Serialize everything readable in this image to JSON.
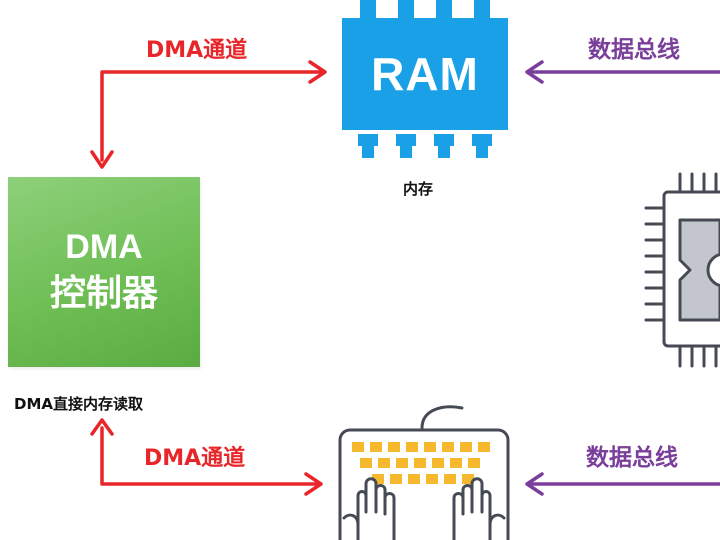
{
  "labels": {
    "dma_channel_top": "DMA通道",
    "dma_channel_bottom": "DMA通道",
    "data_bus_top": "数据总线",
    "data_bus_bottom": "数据总线"
  },
  "ram": {
    "text": "RAM",
    "caption": "内存"
  },
  "dma_controller": {
    "line1": "DMA",
    "line2": "控制器",
    "caption": "DMA直接内存读取"
  },
  "colors": {
    "red": "#e8262a",
    "purple": "#7a3f9a",
    "ram_blue": "#1aa0e6",
    "dma_green": "#6ebe55",
    "key_yellow": "#f5b82e",
    "outline": "#454a54"
  },
  "icons": [
    "ram-chip-icon",
    "cpu-chip-icon",
    "keyboard-icon",
    "hand-icon"
  ]
}
